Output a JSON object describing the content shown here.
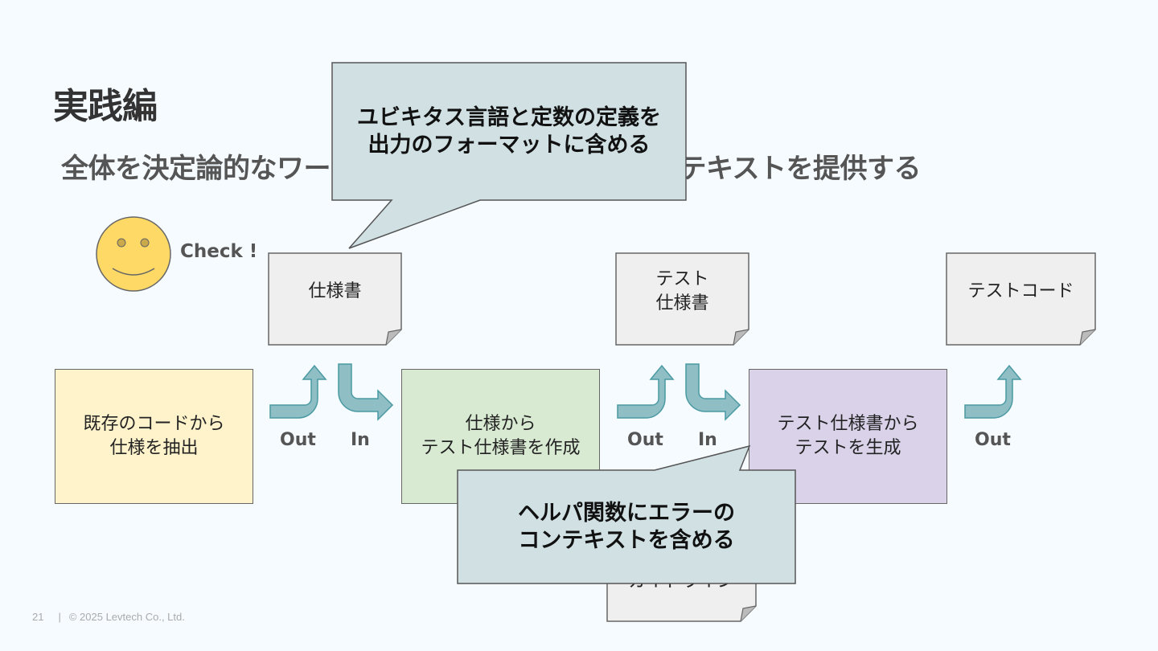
{
  "slide": {
    "title": "実践編",
    "subtitle": "全体を決定論的なワークフローで固め、必要なコンテキストを提供する",
    "check_label": "Check !"
  },
  "flow_boxes": [
    {
      "id": "extract",
      "text": "既存のコードから\n仕様を抽出",
      "color": "#fff3cc"
    },
    {
      "id": "create-test-spec",
      "text": "仕様から\nテスト仕様書を作成",
      "color": "#d9ead3"
    },
    {
      "id": "generate-test",
      "text": "テスト仕様書から\nテストを生成",
      "color": "#d9d2e9"
    }
  ],
  "documents": [
    {
      "id": "spec",
      "text": "仕様書"
    },
    {
      "id": "test-spec",
      "text": "テスト\n仕様書"
    },
    {
      "id": "test-code",
      "text": "テストコード"
    },
    {
      "id": "guideline",
      "text": "ガイドライン"
    }
  ],
  "io_labels": {
    "out1": "Out",
    "in1": "In",
    "out2": "Out",
    "in2": "In",
    "out3": "Out"
  },
  "callouts": [
    {
      "id": "top",
      "text": "ユビキタス言語と定数の定義を\n出力のフォーマットに含める"
    },
    {
      "id": "bottom",
      "text": "ヘルパ関数にエラーの\nコンテキストを含める"
    }
  ],
  "colors": {
    "callout_fill": "#d0e0e3",
    "document_fill": "#efefef",
    "arrow_fill": "#8fbfc4",
    "arrow_stroke": "#4a9aa3",
    "smiley_fill": "#ffd966"
  },
  "footer": {
    "page_number": "21",
    "copyright": "© 2025 Levtech Co., Ltd."
  }
}
